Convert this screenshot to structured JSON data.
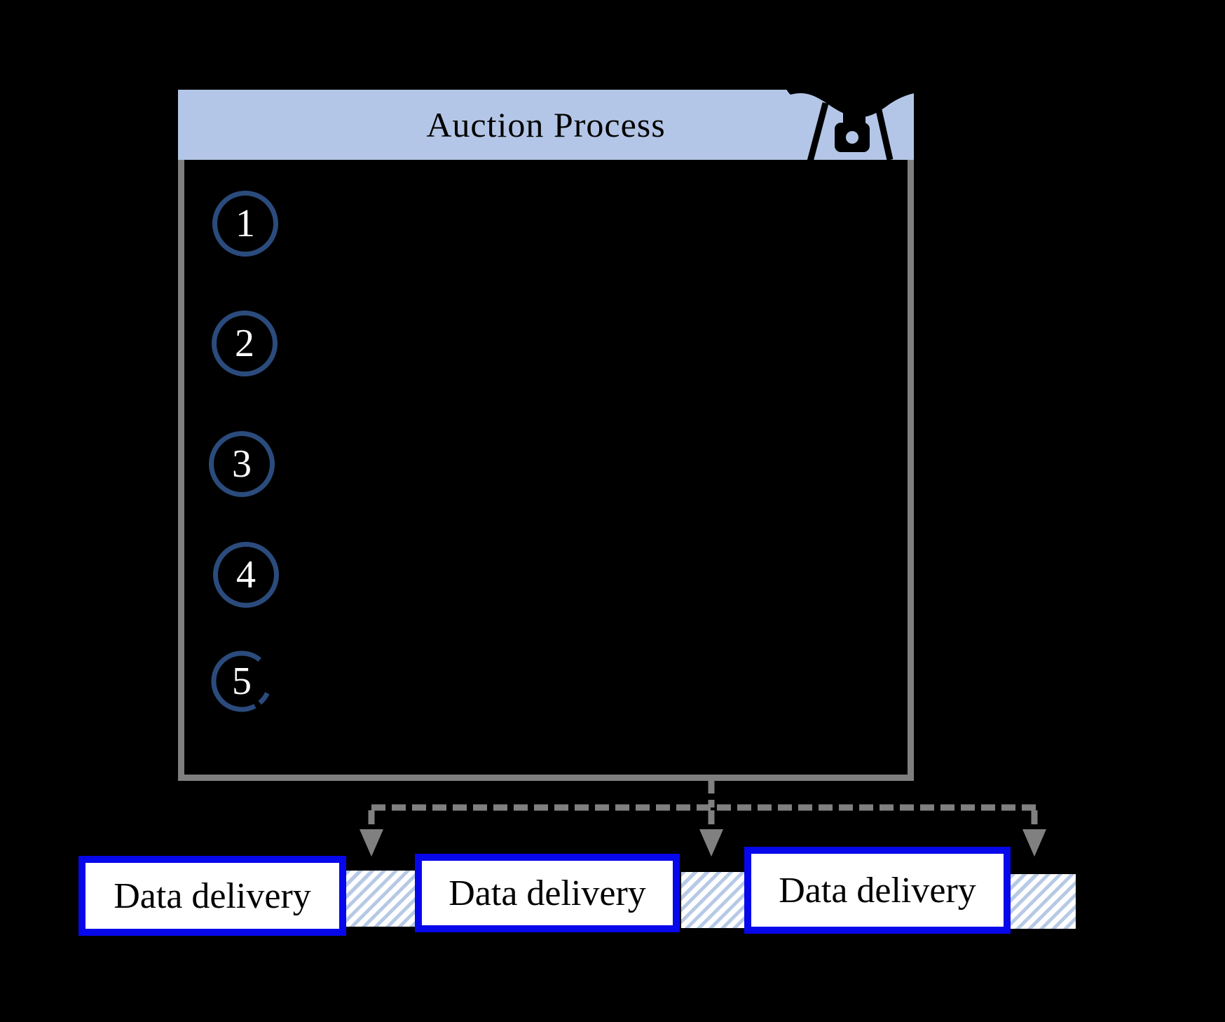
{
  "panel": {
    "title": "Auction Process"
  },
  "icons": {
    "drone": "drone-with-camera"
  },
  "steps": [
    {
      "number": "1"
    },
    {
      "number": "2"
    },
    {
      "number": "3"
    },
    {
      "number": "4"
    },
    {
      "number": "5"
    }
  ],
  "timeline": {
    "boxes": [
      {
        "label": "Data delivery"
      },
      {
        "label": "Data delivery"
      },
      {
        "label": "Data delivery"
      }
    ]
  },
  "colors": {
    "background": "#000000",
    "header_fill": "#b4c6e7",
    "panel_border": "#7f7f7f",
    "step_ring": "#2b4b7c",
    "step_number": "#ffffff",
    "delivery_border": "#0707ec",
    "hatch_stripe": "#b7c9e5",
    "connector": "#808080",
    "text": "#000000"
  }
}
